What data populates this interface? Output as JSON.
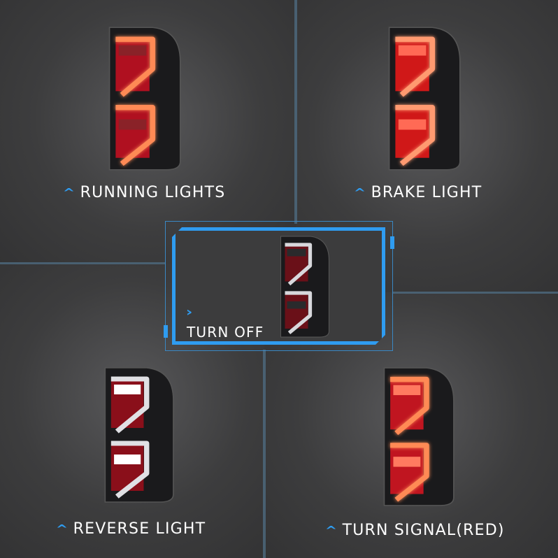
{
  "colors": {
    "accent": "#2f9cf0",
    "background": "#3b3b3c"
  },
  "panels": [
    {
      "id": "running",
      "label": "RUNNING LIGHTS",
      "icon": "chevron-up-icon",
      "bar_color": "#ff8a55",
      "glow": "#ff5a30",
      "lens": "#b01020",
      "block": "#8a2228"
    },
    {
      "id": "brake",
      "label": "BRAKE LIGHT",
      "icon": "chevron-up-icon",
      "bar_color": "#ff9a70",
      "glow": "#ff3020",
      "lens": "#d01818",
      "block": "#ff6a55"
    },
    {
      "id": "off",
      "label": "TURN OFF",
      "icon": "chevron-right-icon",
      "bar_color": "#d8d8dc",
      "glow": "none",
      "lens": "#6a1018",
      "block": "#2a2a2c"
    },
    {
      "id": "reverse",
      "label": "REVERSE LIGHT",
      "icon": "chevron-up-icon",
      "bar_color": "#e0e0e4",
      "glow": "none",
      "lens": "#8a0f1a",
      "block": "#ffffff"
    },
    {
      "id": "turn",
      "label": "TURN SIGNAL(RED)",
      "icon": "chevron-up-icon",
      "bar_color": "#ff8a55",
      "glow": "#ff4a25",
      "lens": "#c01520",
      "block": "#ff7a60"
    }
  ]
}
